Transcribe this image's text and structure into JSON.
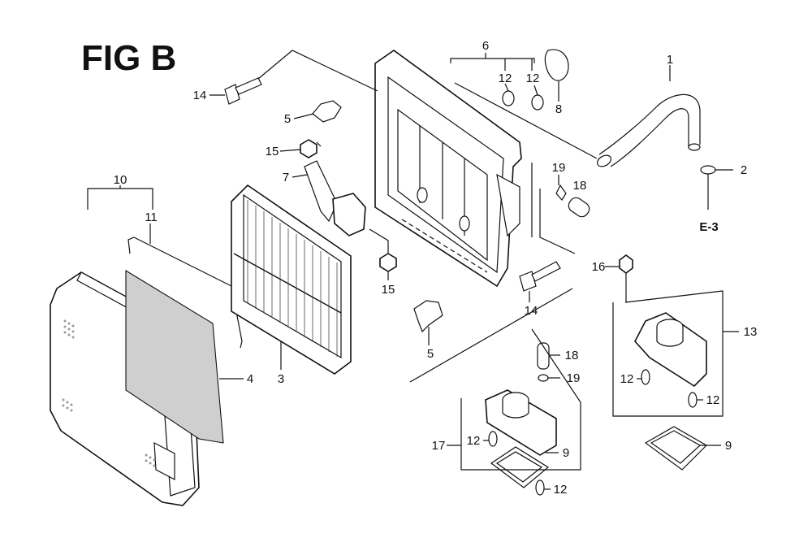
{
  "figure": {
    "title": "FIG B",
    "reference": "E-3"
  },
  "callouts": [
    {
      "id": "c1",
      "label": "1"
    },
    {
      "id": "c2",
      "label": "2"
    },
    {
      "id": "c3",
      "label": "3"
    },
    {
      "id": "c4",
      "label": "4"
    },
    {
      "id": "c5a",
      "label": "5"
    },
    {
      "id": "c5b",
      "label": "5"
    },
    {
      "id": "c6",
      "label": "6"
    },
    {
      "id": "c7",
      "label": "7"
    },
    {
      "id": "c8",
      "label": "8"
    },
    {
      "id": "c9a",
      "label": "9"
    },
    {
      "id": "c9b",
      "label": "9"
    },
    {
      "id": "c10",
      "label": "10"
    },
    {
      "id": "c11",
      "label": "11"
    },
    {
      "id": "c12a",
      "label": "12"
    },
    {
      "id": "c12b",
      "label": "12"
    },
    {
      "id": "c12c",
      "label": "12"
    },
    {
      "id": "c12d",
      "label": "12"
    },
    {
      "id": "c12e",
      "label": "12"
    },
    {
      "id": "c12f",
      "label": "12"
    },
    {
      "id": "c13",
      "label": "13"
    },
    {
      "id": "c14a",
      "label": "14"
    },
    {
      "id": "c14b",
      "label": "14"
    },
    {
      "id": "c15a",
      "label": "15"
    },
    {
      "id": "c15b",
      "label": "15"
    },
    {
      "id": "c16",
      "label": "16"
    },
    {
      "id": "c17",
      "label": "17"
    },
    {
      "id": "c18a",
      "label": "18"
    },
    {
      "id": "c18b",
      "label": "18"
    },
    {
      "id": "c19a",
      "label": "19"
    },
    {
      "id": "c19b",
      "label": "19"
    }
  ]
}
